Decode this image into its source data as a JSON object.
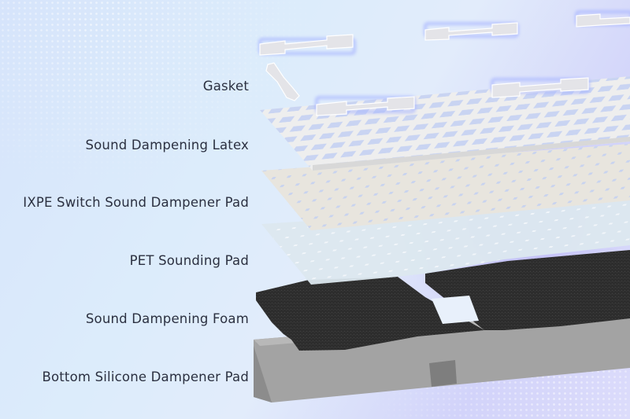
{
  "labels": {
    "gasket": "Gasket",
    "latex": "Sound Dampening Latex",
    "ixpe": "IXPE Switch Sound Dampener Pad",
    "pet": "PET Sounding Pad",
    "foam": "Sound Dampening Foam",
    "bottom": "Bottom Silicone Dampener Pad"
  },
  "colors": {
    "text": "#2b3040",
    "latex": "#ececec",
    "ixpe": "#e9e6df",
    "pet": "#dbe8ee",
    "foam": "#2f2f2f",
    "case": "#9a9a9a",
    "gasket_glow": "#a9b6ff"
  }
}
